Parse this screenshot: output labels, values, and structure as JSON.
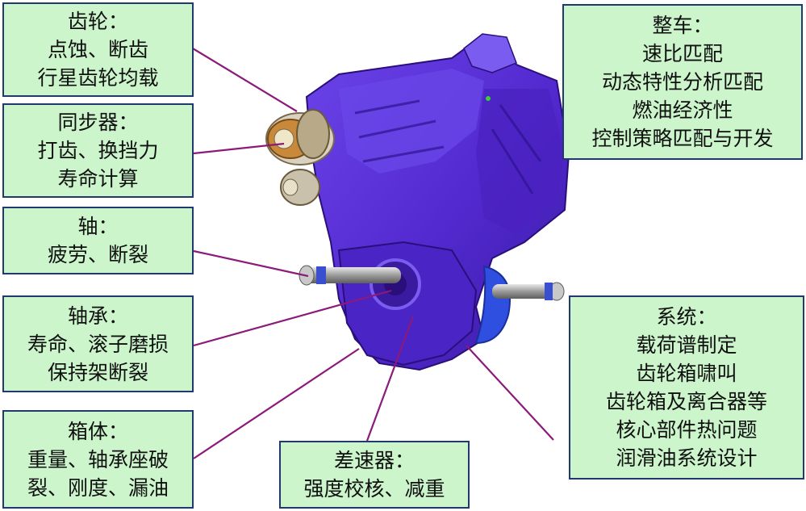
{
  "boxes": {
    "gear": {
      "title": "齿轮：",
      "lines": [
        "点蚀、断齿",
        "行星齿轮均载"
      ]
    },
    "sync": {
      "title": "同步器：",
      "lines": [
        "打齿、换挡力",
        "寿命计算"
      ]
    },
    "shaft": {
      "title": "轴：",
      "lines": [
        "疲劳、断裂"
      ]
    },
    "bearing": {
      "title": "轴承：",
      "lines": [
        "寿命、滚子磨损",
        "保持架断裂"
      ]
    },
    "housing": {
      "title": "箱体：",
      "lines": [
        "重量、轴承座破",
        "裂、刚度、漏油"
      ]
    },
    "diff": {
      "title": "差速器：",
      "lines": [
        "强度校核、减重"
      ]
    },
    "vehicle": {
      "title": "整车：",
      "lines": [
        "速比匹配",
        "动态特性分析匹配",
        "燃油经济性",
        "控制策略匹配与开发"
      ]
    },
    "system": {
      "title": "系统：",
      "lines": [
        "载荷谱制定",
        "齿轮箱啸叫",
        "齿轮箱及离合器等",
        "核心部件热问题",
        "润滑油系统设计"
      ]
    }
  },
  "colors": {
    "box_fill": "#ccf5cc",
    "box_border": "#1f3a6e",
    "leader_line": "#8b1a7a",
    "housing_main": "#5a2fd6",
    "housing_dark": "#3a1a9e",
    "housing_light": "#7b5cf0",
    "gear_bronze": "#c88a3a",
    "shaft_grey": "#9a9a9a"
  }
}
